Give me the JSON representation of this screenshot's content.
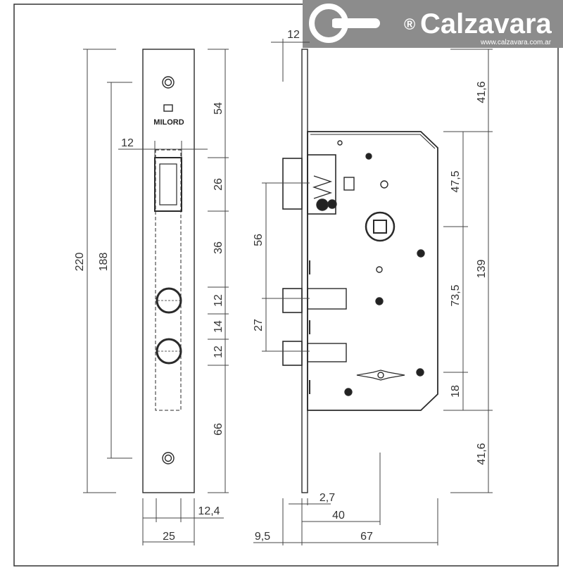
{
  "logo": {
    "registered_mark": "®",
    "brand": "Calzavara",
    "url": "www.calzavara.com.ar",
    "bg_color": "#8c8c8c"
  },
  "faceplate": {
    "brand_mark": "MILORD"
  },
  "dimensions": {
    "left_total_height": "220",
    "left_screw_spacing": "188",
    "left_latch_offset": "12",
    "right_top": "54",
    "right_latch": "26",
    "right_gap": "36",
    "right_cyl1": "12",
    "right_cyl_gap": "14",
    "right_cyl2": "12",
    "right_bottom": "66",
    "bottom_inner": "12,4",
    "bottom_width": "25",
    "side_top_thickness": "12",
    "side_latch_to_bolt": "56",
    "side_bolt_spacing": "27",
    "side_right_top": "41,6",
    "side_right_a": "47,5",
    "side_right_b": "73,5",
    "side_right_total": "139",
    "side_right_c": "18",
    "side_right_bottom": "41,6",
    "side_plate_thickness": "2,7",
    "side_backset": "40",
    "side_front_offset": "9,5",
    "side_case_depth": "67"
  },
  "colors": {
    "line": "#2a2a2a",
    "dim_line": "#444444",
    "hatch_dark": "#111111"
  }
}
